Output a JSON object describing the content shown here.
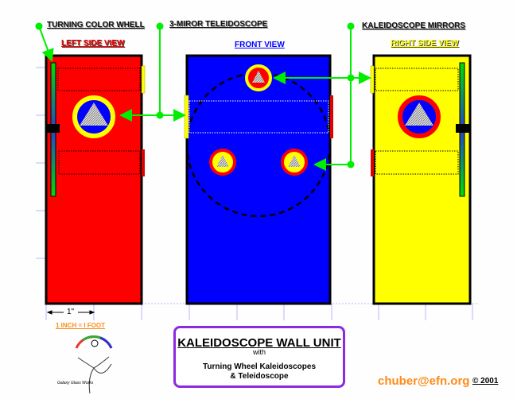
{
  "callouts": {
    "wheel": "TURNING COLOR WHELL",
    "teleidoscope": "3-MIROR TELEIDOSCOPE",
    "mirrors": "KALEIDOSCOPE MIRRORS"
  },
  "views": {
    "left": "LEFT SIDE VIEW",
    "front": "FRONT VIEW",
    "right": "RIGHT SIDE VIEW"
  },
  "scale": {
    "ruler_label": "1\"",
    "note": "1 INCH = I FOOT"
  },
  "title_box": {
    "title": "KALEIDOSCOPE WALL UNIT",
    "with": "with",
    "line1": "Turning Wheel Kaleidoscopes",
    "line2": "& Teleidoscope"
  },
  "logo_text": "Galaxy Glass Works",
  "contact": {
    "email": "chuber@efn.org",
    "copyright": "© 2001"
  },
  "colors": {
    "red": "#ff0000",
    "blue": "#0000ff",
    "yellow": "#ffff00",
    "green": "#00ee00",
    "purple": "#8a2be2",
    "orange": "#ff8c1a"
  }
}
